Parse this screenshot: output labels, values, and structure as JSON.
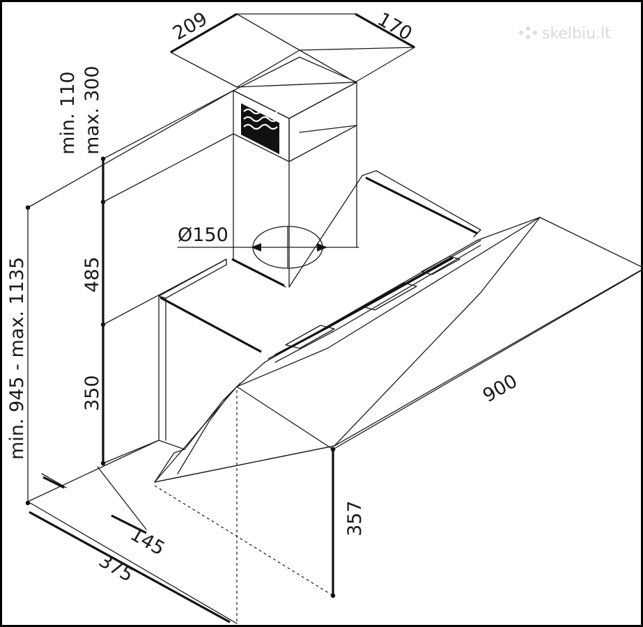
{
  "watermark": "skelbiu.lt",
  "dimensions": {
    "duct_width": "209",
    "duct_depth": "170",
    "min_duct": "min. 110",
    "max_duct": "max. 300",
    "total_height": "min. 945 - max. 1135",
    "upper_height": "485",
    "lower_height": "350",
    "outlet_diameter": "Ø150",
    "hood_width": "900",
    "glass_height": "357",
    "base_depth": "375",
    "canopy_depth": "145"
  },
  "colors": {
    "line": "#1a1a1a",
    "background": "#ffffff",
    "watermark": "#d9d9d9"
  }
}
